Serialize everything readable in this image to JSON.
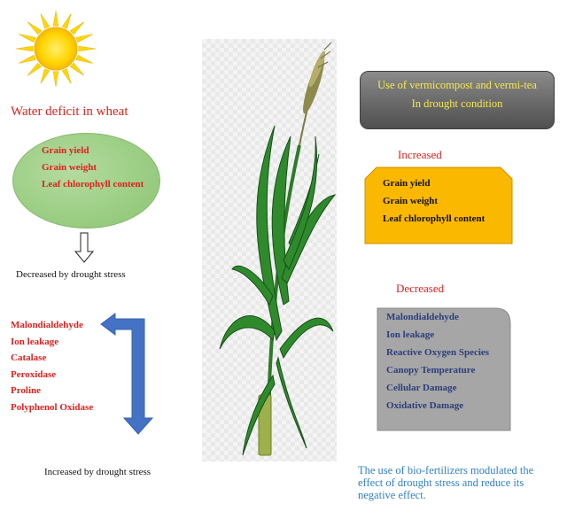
{
  "colors": {
    "red_text": "#e0201c",
    "navy_text": "#2c3e7a",
    "blue_text": "#2f7fc9",
    "vermi_text": "#f6e94a",
    "ellipse_fill": "#9ccf85",
    "orange_fill": "#fbb800",
    "gray_fill": "#a6a6a6",
    "arrow_blue": "#4472c4"
  },
  "icons": [
    "sun-icon",
    "hollow-down-arrow-icon",
    "blue-bent-arrow-icon",
    "wheat-plant-icon"
  ],
  "left": {
    "title": "Water deficit in wheat",
    "ellipse_items": [
      "Grain yield",
      "Grain weight",
      "Leaf chlorophyll content"
    ],
    "decreased_caption": "Decreased by drought stress",
    "increased_list": [
      "Malondialdehyde",
      "Ion leakage",
      "Catalase",
      "Peroxidase",
      "Proline",
      "Polyphenol Oxidase"
    ],
    "increased_caption": "Increased by drought stress"
  },
  "right": {
    "vermi_line1": "Use of vermicompost and vermi-tea",
    "vermi_line2": "In drought condition",
    "increased_label": "Increased",
    "increased_items": [
      "Grain yield",
      "Grain weight",
      "Leaf chlorophyll content"
    ],
    "decreased_label": "Decreased",
    "decreased_items": [
      "Malondialdehyde",
      "Ion leakage",
      "Reactive Oxygen Species",
      "Canopy Temperature",
      "Cellular Damage",
      "Oxidative Damage"
    ],
    "bio_text": "The use of bio-fertilizers modulated the effect of drought stress and reduce its negative effect."
  }
}
